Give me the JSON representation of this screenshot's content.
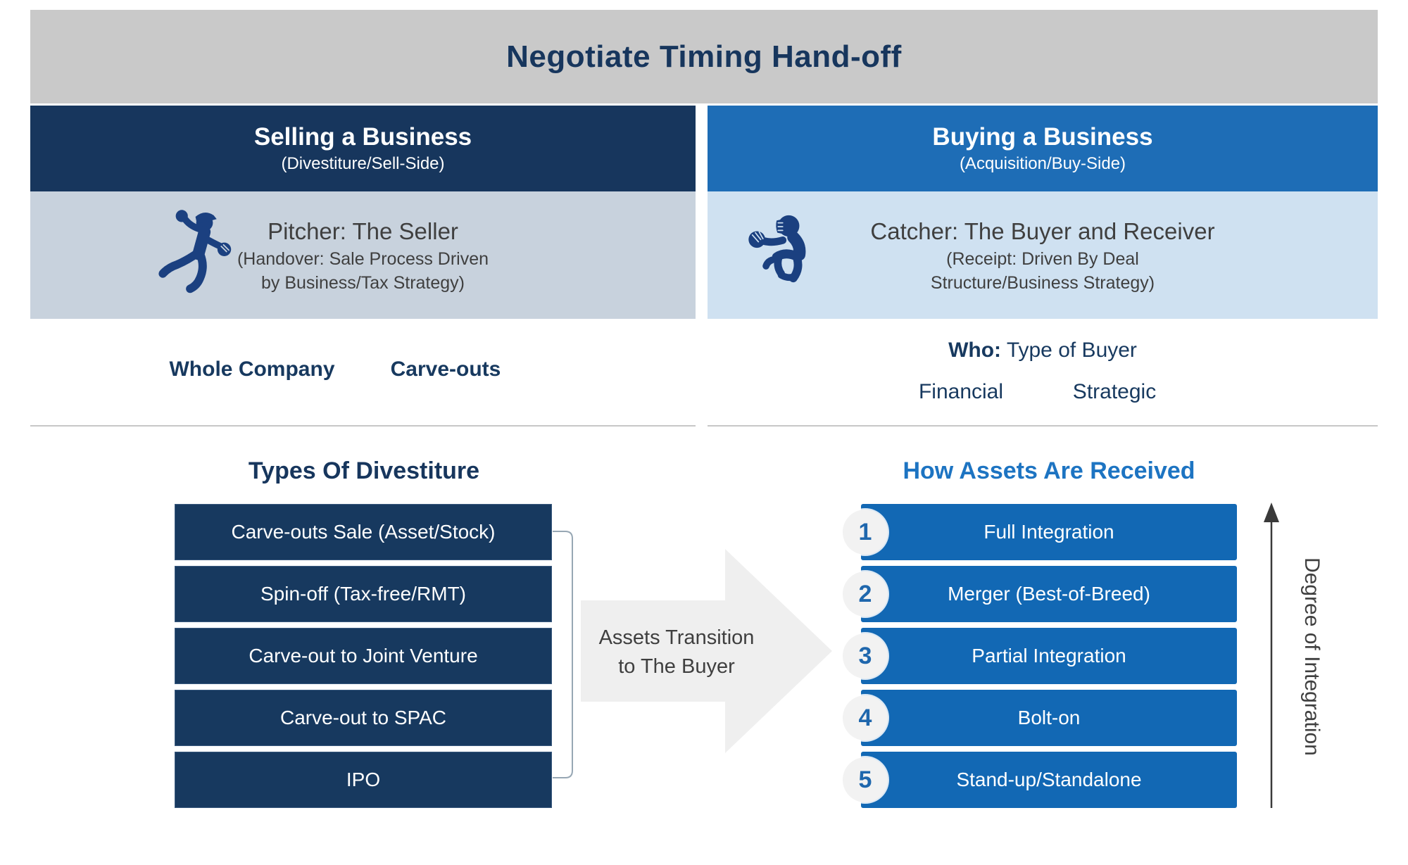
{
  "title": "Negotiate Timing Hand-off",
  "colors": {
    "title_band_gray": "#c9c9c9",
    "navy": "#17365d",
    "header_blue": "#1e6db6",
    "bar_navy": "#17395f",
    "bar_blue": "#1268b4",
    "sell_band": "#c8d2dd",
    "buy_band": "#cfe1f1",
    "heading_blue": "#1d74c2",
    "text_gray": "#3f3f3f",
    "arrow_gray": "#efefef",
    "circle_gray": "#f2f2f2"
  },
  "selling": {
    "header": "Selling a Business",
    "subheader": "(Divestiture/Sell-Side)",
    "icon": "baseball-pitcher",
    "role_title": "Pitcher: The Seller",
    "role_sub": [
      "(Handover: Sale Process Driven",
      "by Business/Tax Strategy)"
    ],
    "scope_labels": [
      "Whole Company",
      "Carve-outs"
    ],
    "section_title": "Types Of Divestiture",
    "items": [
      "Carve-outs Sale (Asset/Stock)",
      "Spin-off (Tax-free/RMT)",
      "Carve-out to Joint Venture",
      "Carve-out to SPAC",
      "IPO"
    ]
  },
  "buying": {
    "header": "Buying a Business",
    "subheader": "(Acquisition/Buy-Side)",
    "icon": "baseball-catcher",
    "role_title": "Catcher: The Buyer and Receiver",
    "role_sub": [
      "(Receipt: Driven By Deal",
      "Structure/Business Strategy)"
    ],
    "who_label": "Who:",
    "who_rest": "Type of Buyer",
    "buyer_types": [
      "Financial",
      "Strategic"
    ],
    "section_title": "How Assets Are Received",
    "items": [
      {
        "num": "1",
        "label": "Full Integration"
      },
      {
        "num": "2",
        "label": "Merger (Best-of-Breed)"
      },
      {
        "num": "3",
        "label": "Partial Integration"
      },
      {
        "num": "4",
        "label": "Bolt-on"
      },
      {
        "num": "5",
        "label": "Stand-up/Standalone"
      }
    ]
  },
  "transition_arrow": {
    "lines": [
      "Assets Transition",
      "to The Buyer"
    ]
  },
  "integration_axis": {
    "label": "Degree of Integration",
    "direction": "up"
  }
}
